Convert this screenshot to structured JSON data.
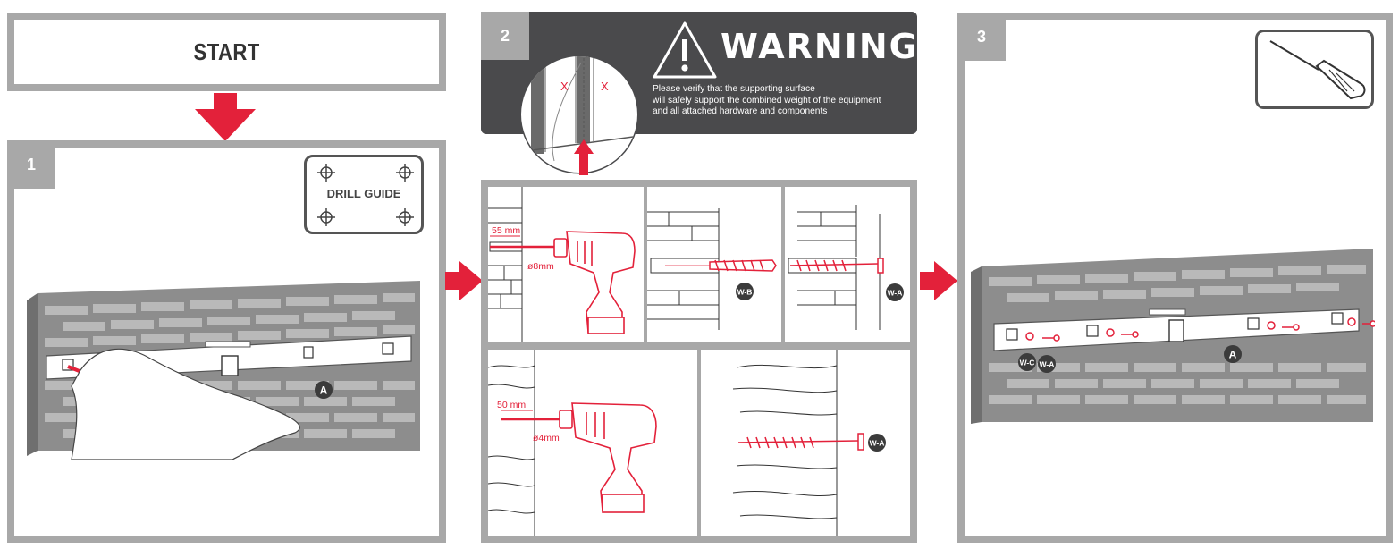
{
  "header": {
    "start_label": "START"
  },
  "steps": {
    "one": "1",
    "two": "2",
    "three": "3"
  },
  "drill_guide": {
    "label": "DRILL GUIDE"
  },
  "warning": {
    "title": "WARNING",
    "lines": [
      "Please verify that the supporting surface",
      "will safely support the combined weight of the equipment",
      "and all attached hardware and components"
    ],
    "marks": [
      "X",
      "X"
    ]
  },
  "drilling": {
    "masonry": {
      "depth": "55 mm",
      "diameter": "ø8mm"
    },
    "wood": {
      "depth": "50 mm",
      "diameter": "ø4mm"
    }
  },
  "parts": {
    "rail": "A",
    "anchor": "W-B",
    "screw": "W-A",
    "washer": "W-C"
  },
  "colors": {
    "accent": "#e3213a",
    "frame": "#a8a8a8",
    "warning_bg": "#4a4a4c"
  }
}
